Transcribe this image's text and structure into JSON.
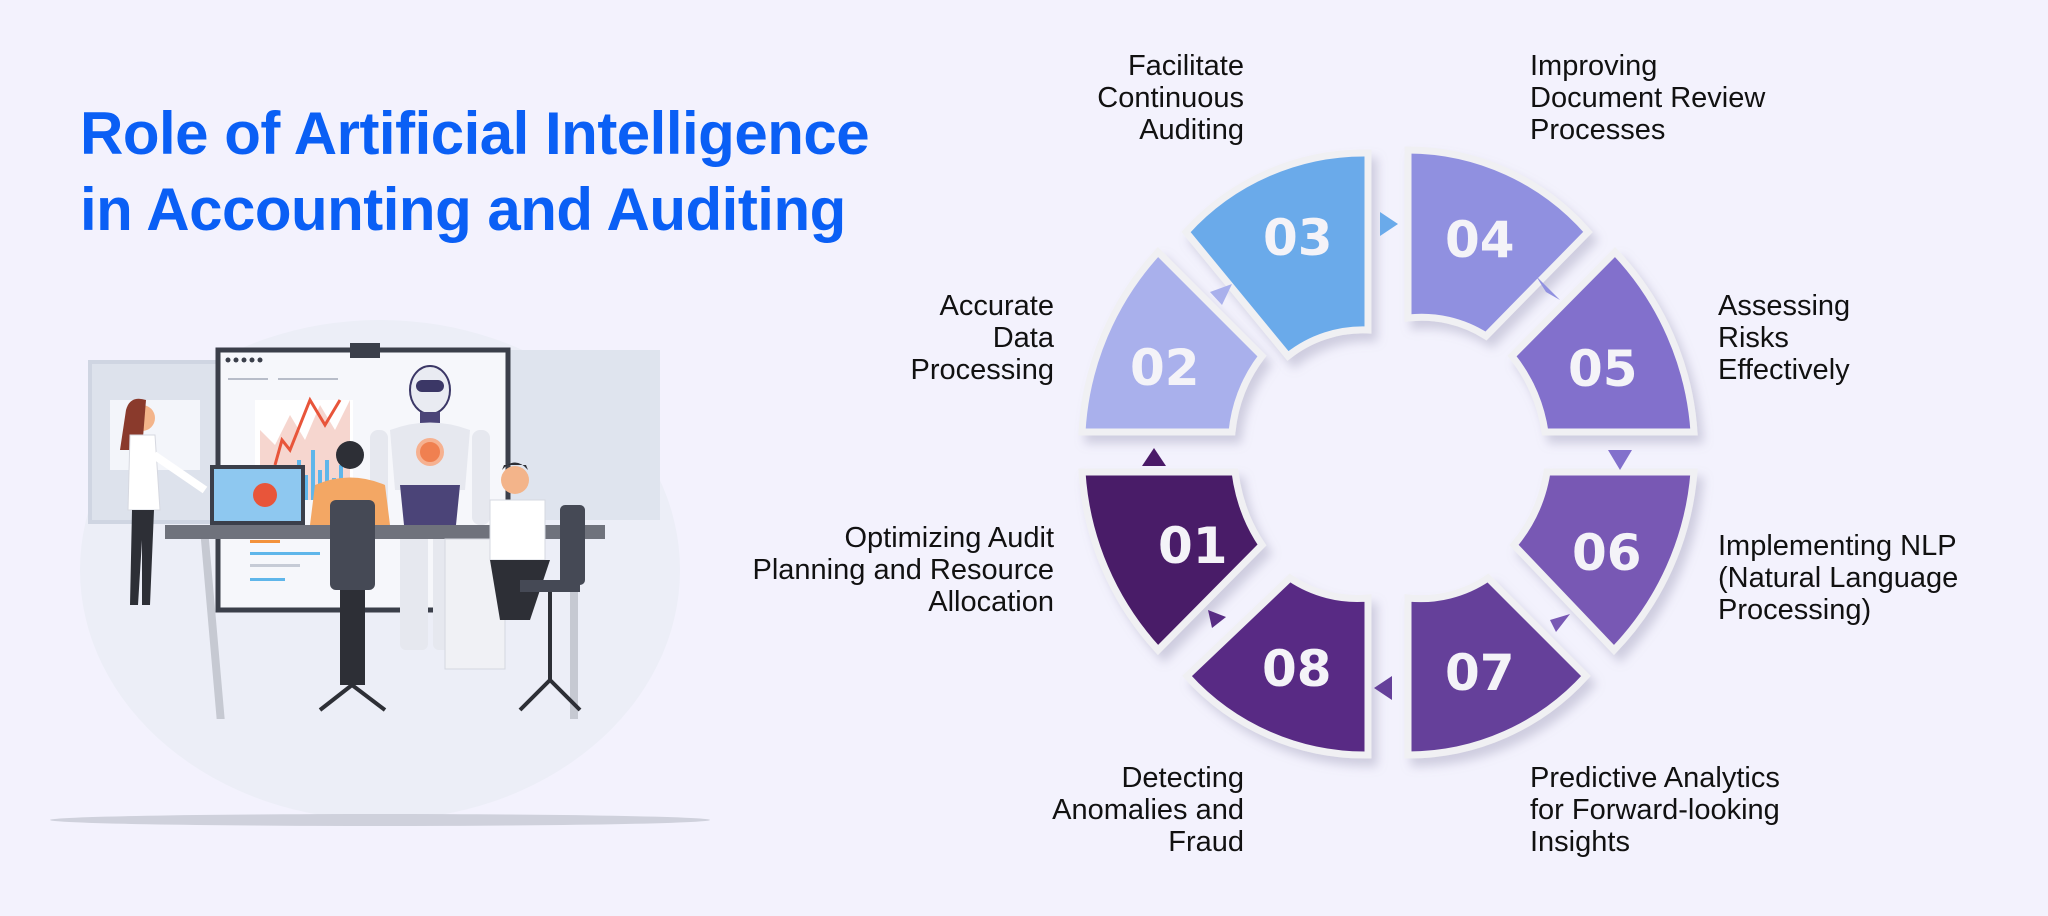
{
  "title": {
    "line1": "Role of Artificial Intelligence",
    "line2": "in Accounting and Auditing",
    "color": "#0a5ff5"
  },
  "background": "#f3f2fd",
  "diagram": {
    "type": "cycle",
    "steps": [
      {
        "number": "01",
        "label_lines": [
          "Optimizing Audit",
          "Planning and Resource",
          "Allocation"
        ],
        "color": "#4a1a68"
      },
      {
        "number": "02",
        "label_lines": [
          "Accurate",
          "Data",
          "Processing"
        ],
        "color": "#a9b0ec"
      },
      {
        "number": "03",
        "label_lines": [
          "Facilitate",
          "Continuous",
          "Auditing"
        ],
        "color": "#6aaaea"
      },
      {
        "number": "04",
        "label_lines": [
          "Improving",
          "Document Review",
          "Processes"
        ],
        "color": "#9090e0"
      },
      {
        "number": "05",
        "label_lines": [
          "Assessing",
          "Risks",
          "Effectively"
        ],
        "color": "#8270cc"
      },
      {
        "number": "06",
        "label_lines": [
          "Implementing NLP",
          "(Natural Language",
          "Processing)"
        ],
        "color": "#7858b4"
      },
      {
        "number": "07",
        "label_lines": [
          "Predictive Analytics",
          "for Forward-looking",
          "Insights"
        ],
        "color": "#65409a"
      },
      {
        "number": "08",
        "label_lines": [
          "Detecting",
          "Anomalies and",
          "Fraud"
        ],
        "color": "#582c84"
      }
    ]
  },
  "illustration": {
    "description": "Team of three people at a desk with a humanoid robot in front of a whiteboard showing charts"
  }
}
